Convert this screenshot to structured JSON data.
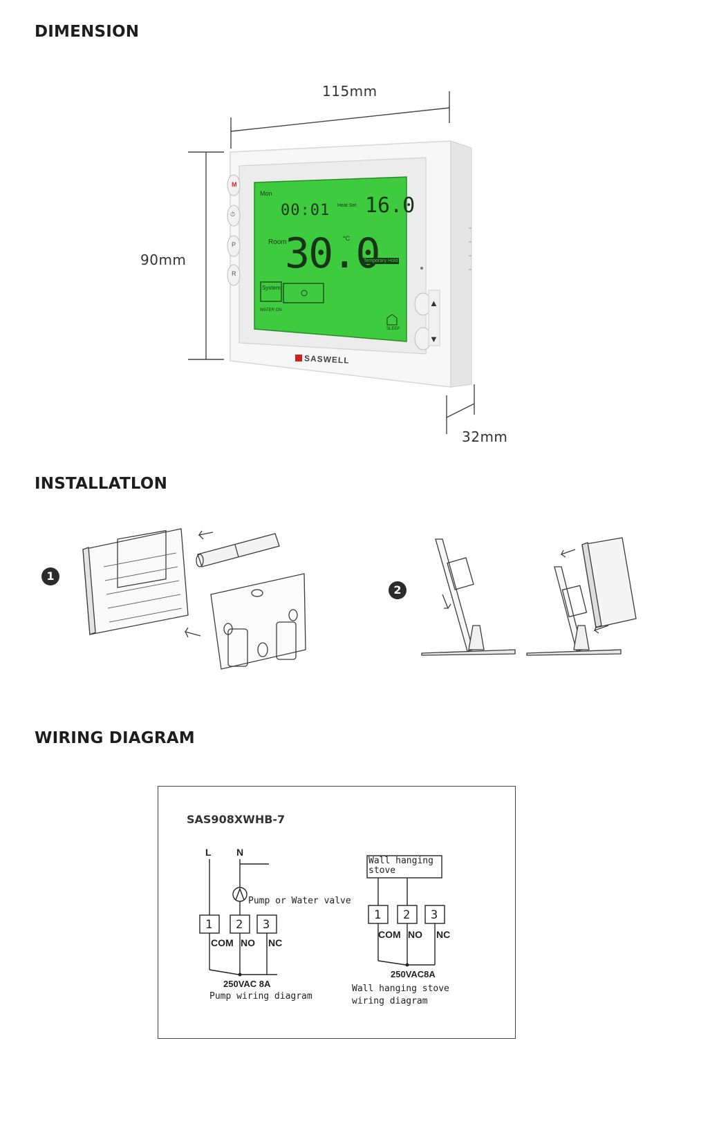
{
  "sections": {
    "dimension": "DIMENSION",
    "installation": "INSTALLATLON",
    "wiring": "WIRING DIAGRAM"
  },
  "dimensions": {
    "width": "115mm",
    "height": "90mm",
    "depth": "32mm"
  },
  "device": {
    "brand": "SASWELL",
    "lcd": {
      "day": "Mon",
      "time": "00:01",
      "heat_set_label": "Heat Set",
      "heat_set_value": "16.0",
      "room_label": "Room",
      "room_value": "30.0",
      "unit": "°C",
      "hold_badge": "Temporary Hold",
      "system_label": "System",
      "water_label": "WATER ON",
      "sleep_label": "SLEEP"
    },
    "side_buttons": [
      "M",
      "⏱",
      "P",
      "R"
    ],
    "arrows": [
      "▲",
      "▼"
    ]
  },
  "installation_steps": [
    "1",
    "2"
  ],
  "wiring": {
    "model": "SAS908XWHB-7",
    "left": {
      "L": "L",
      "N": "N",
      "pump_label": "Pump or Water valve",
      "terminals": [
        "1",
        "2",
        "3"
      ],
      "terminal_names": [
        "COM",
        "NO",
        "NC"
      ],
      "rating": "250VAC 8A",
      "caption": "Pump wiring diagram"
    },
    "right": {
      "stove_label_line1": "Wall hanging",
      "stove_label_line2": "stove",
      "terminals": [
        "1",
        "2",
        "3"
      ],
      "terminal_names": [
        "COM",
        "NO",
        "NC"
      ],
      "rating": "250VAC8A",
      "caption_line1": "Wall hanging stove",
      "caption_line2": "wiring diagram"
    }
  }
}
